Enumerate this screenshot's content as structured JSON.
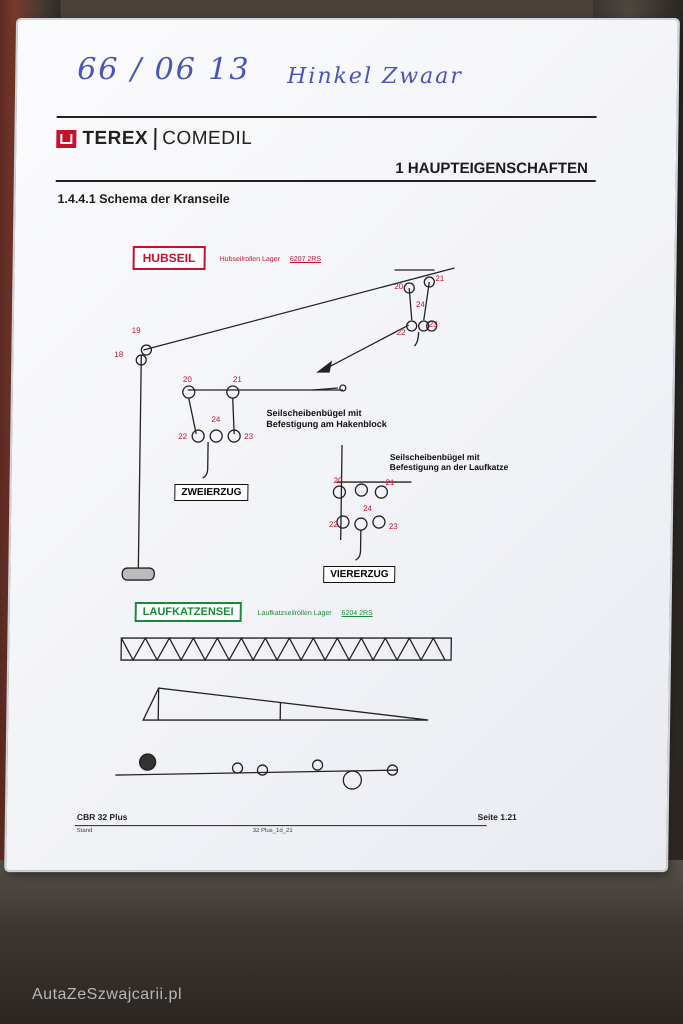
{
  "handwriting": {
    "date": "66 / 06 13",
    "note": "Hinkel Zwaar"
  },
  "header": {
    "brand": "TEREX",
    "brand_secondary": "COMEDIL",
    "section": "1 HAUPTEIGENSCHAFTEN",
    "subtitle": "1.4.4.1  Schema der Kranseile"
  },
  "hubseil": {
    "label": "HUBSEIL",
    "bearing_text": "Hubseilrollen Lager",
    "bearing_code": "6207 2RS"
  },
  "pulley_numbers": [
    "18",
    "19",
    "20",
    "21",
    "22",
    "23",
    "24"
  ],
  "zweierzug": {
    "label": "ZWEIERZUG",
    "caption_line1": "Seilscheibenbügel mit",
    "caption_line2": "Befestigung am Hakenblock"
  },
  "viererzug": {
    "label": "VIERERZUG",
    "caption_line1": "Seilscheibenbügel mit",
    "caption_line2": "Befestigung an der Laufkatze"
  },
  "laufkatzenseil": {
    "label": "LAUFKATZENSEI",
    "bearing_text": "Laufkatzseilrollen Lager",
    "bearing_code": "6204 2RS"
  },
  "footer": {
    "model": "CBR 32 Plus",
    "stand_label": "Stand",
    "doc_code": "32 Plus_1d_21",
    "page": "Seite 1.21"
  },
  "watermark": "AutaZeSzwajcarii.pl",
  "colors": {
    "brand_red": "#c8102e",
    "label_green": "#1a8a3a",
    "handwriting_blue": "#4a55b8"
  }
}
